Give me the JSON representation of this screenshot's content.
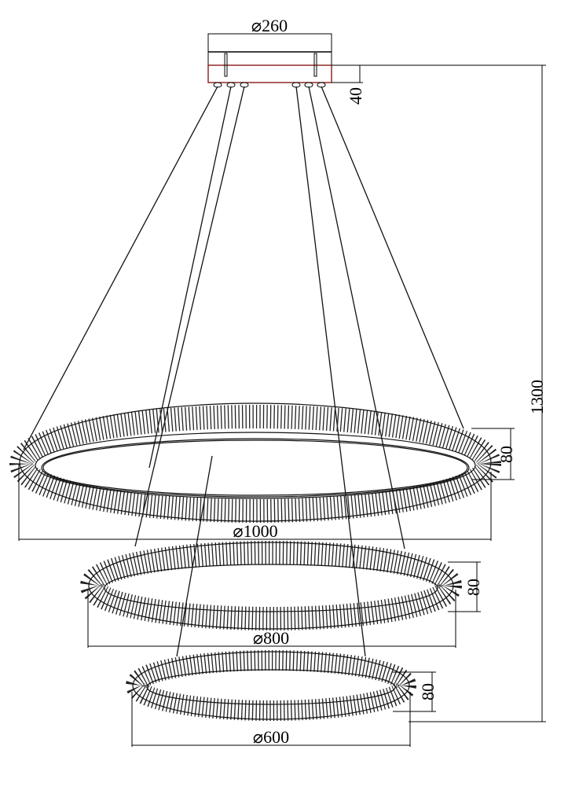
{
  "drawing": {
    "canopy_diameter": "⌀260",
    "canopy_height": "40",
    "total_height": "1300",
    "rings": [
      {
        "diameter": "⌀1000",
        "height": "80"
      },
      {
        "diameter": "⌀800",
        "height": "80"
      },
      {
        "diameter": "⌀600",
        "height": "80"
      }
    ],
    "colors": {
      "line": "#000000",
      "canopy_accent": "#8b1a1a"
    }
  }
}
